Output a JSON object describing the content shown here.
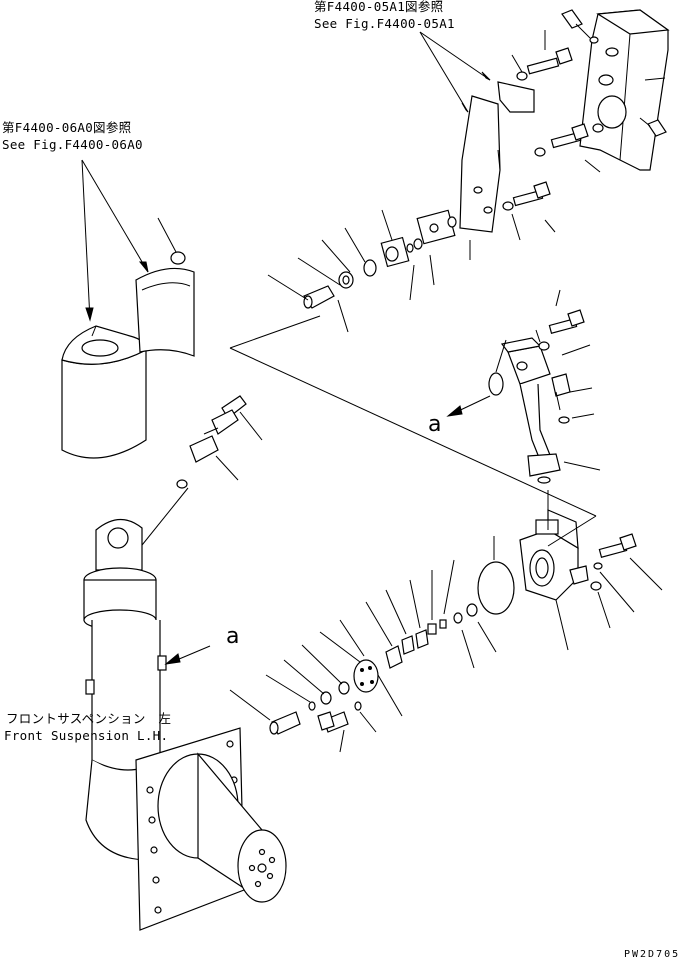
{
  "references": {
    "top": {
      "jp": "第F4400-05A1図参照",
      "en": "See Fig.F4400-05A1"
    },
    "left": {
      "jp": "第F4400-06A0図参照",
      "en": "See Fig.F4400-06A0"
    }
  },
  "assembly": {
    "jp": "フロントサスペンション　左",
    "en": "Front Suspension L.H."
  },
  "view_marker_upper": "a",
  "view_marker_lower": "a",
  "drawing_number": "PW2D705"
}
